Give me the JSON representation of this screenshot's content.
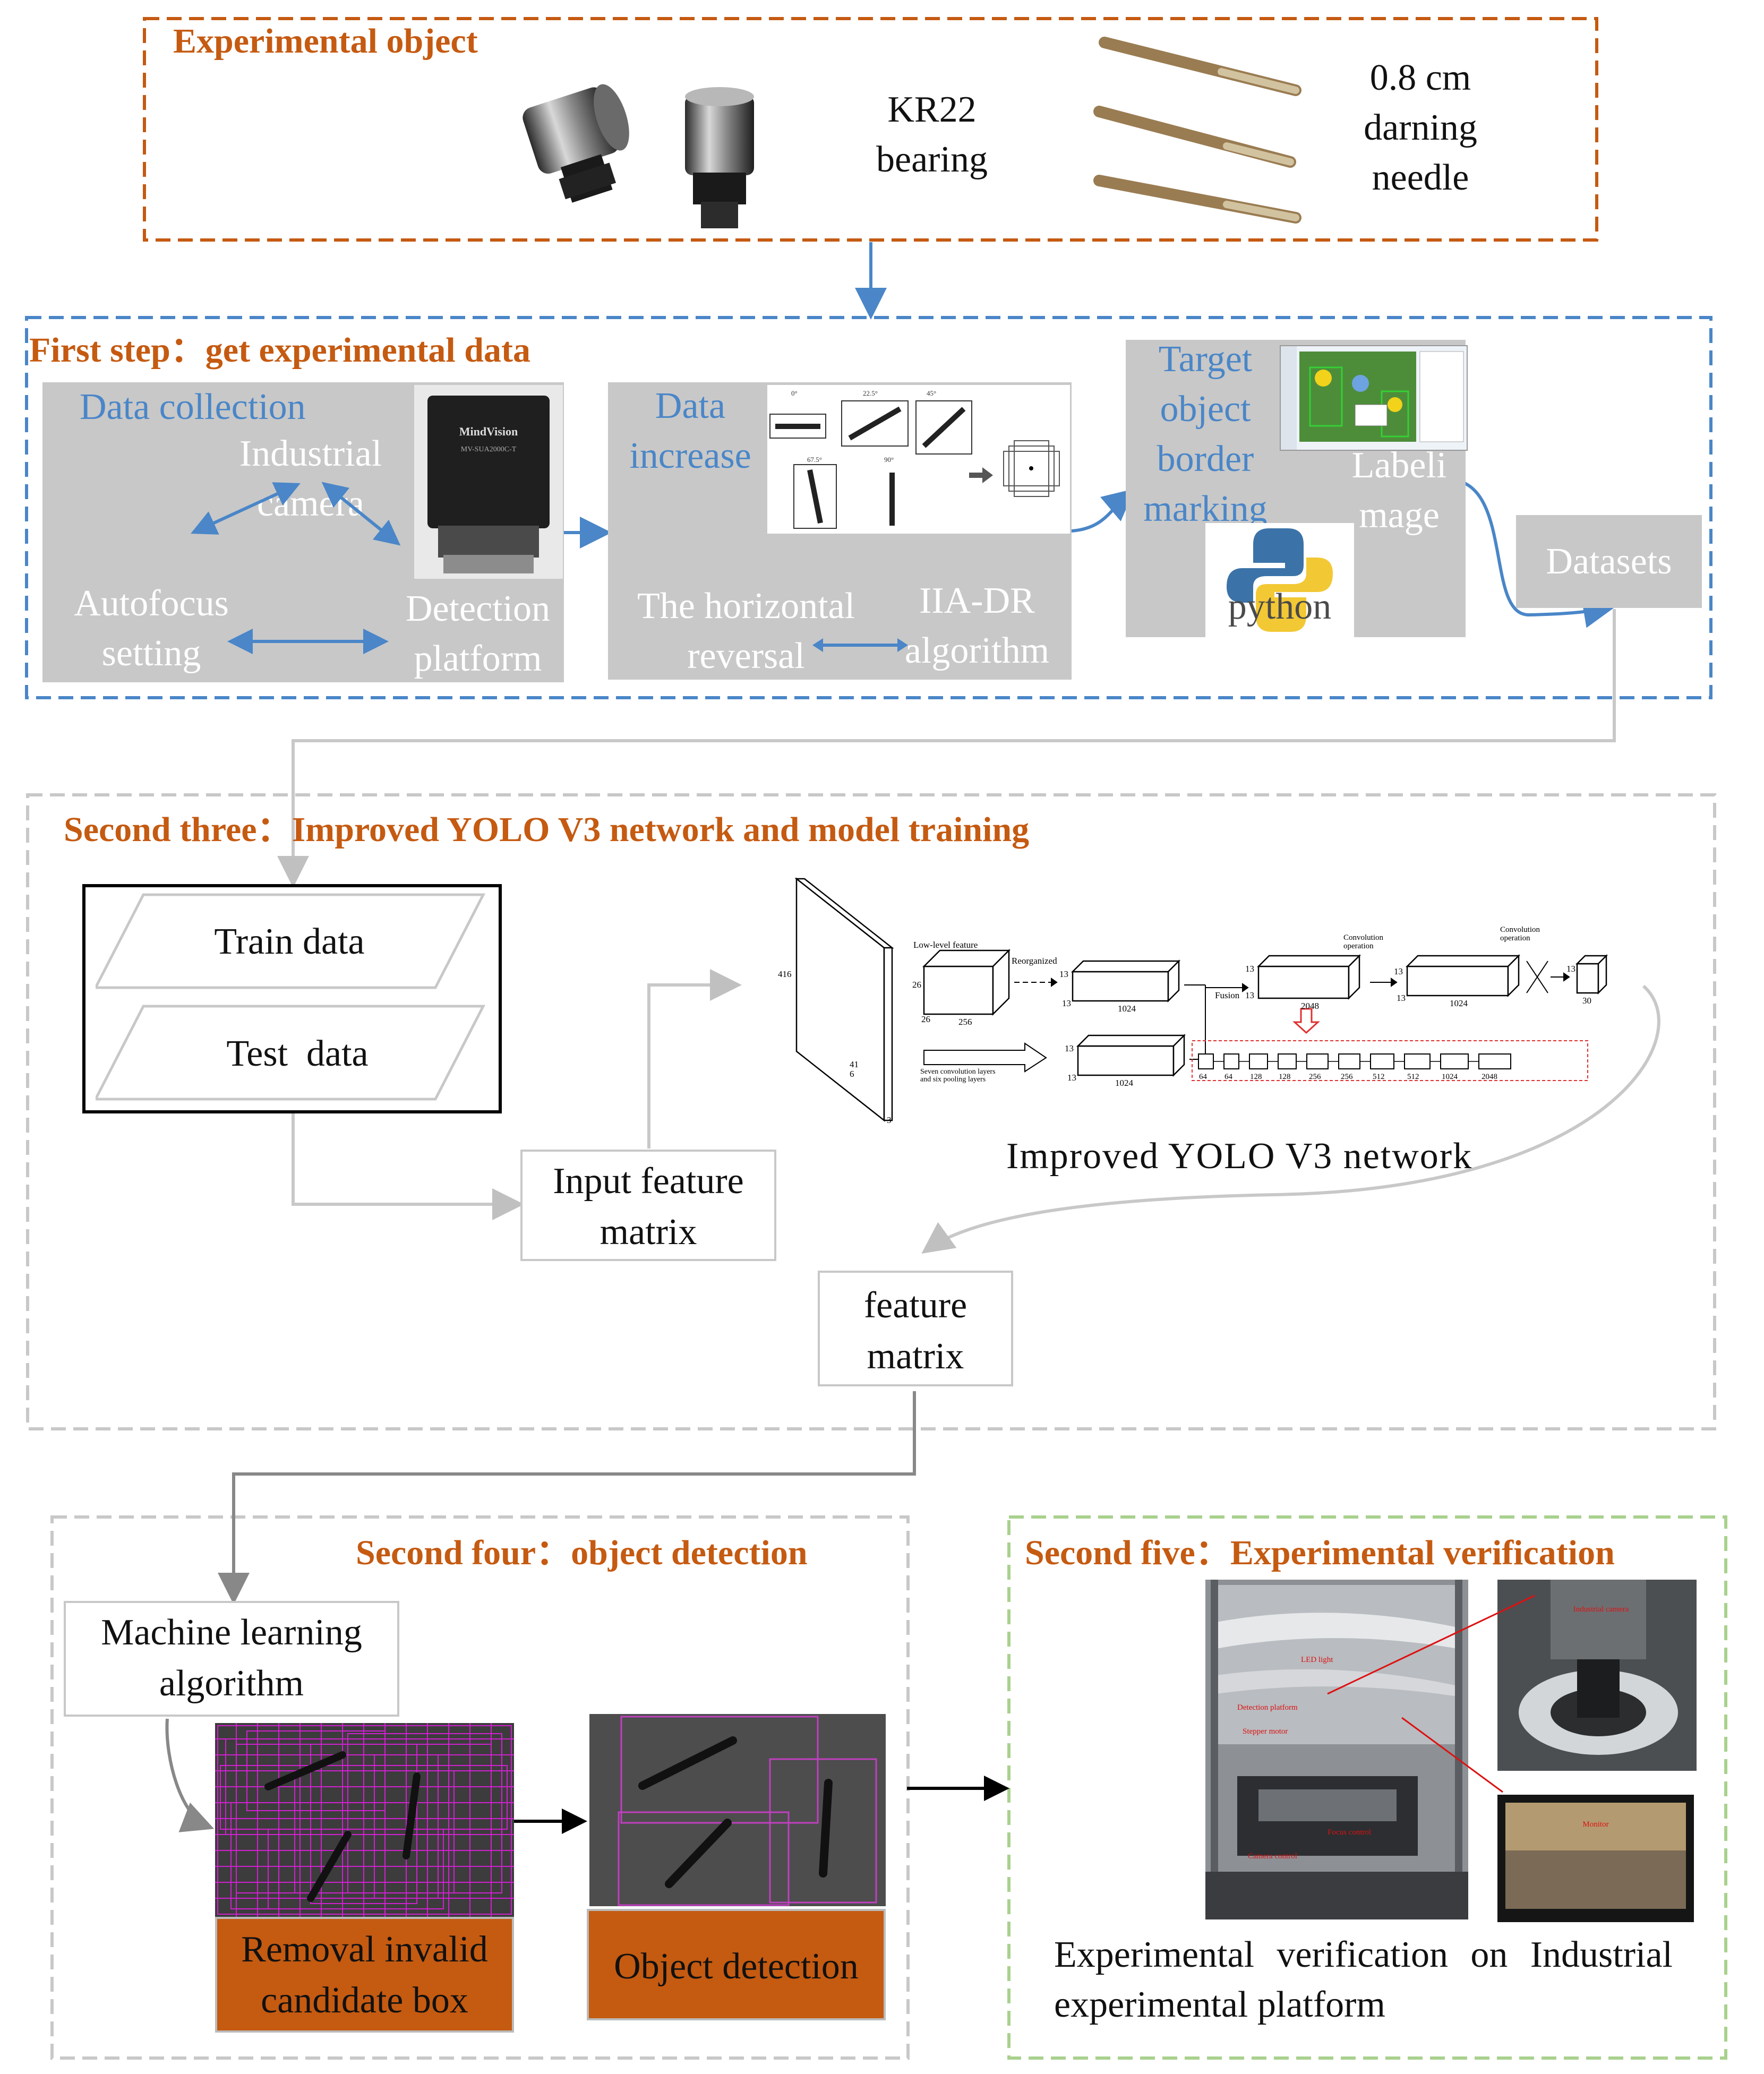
{
  "experimental_object": {
    "title": "Experimental object",
    "bearing_label": "KR22\nbearing",
    "needle_label": "0.8 cm\ndarning\nneedle"
  },
  "first_step": {
    "title": "First step：get experimental data",
    "data_collection": {
      "heading": "Data collection",
      "industrial_camera": "Industrial\ncamera",
      "autofocus": "Autofocus\nsetting",
      "detection_platform": "Detection\nplatform",
      "camera_brand": "MindVision",
      "camera_model": "MV-SUA2000C-T"
    },
    "data_increase": {
      "heading": "Data\nincrease",
      "horizontal_reversal": "The horizontal\nreversal",
      "iia_dr": "IIA-DR\nalgorithm",
      "angles": [
        "0°",
        "22.5°",
        "45°",
        "67.5°",
        "90°"
      ]
    },
    "target_marking": {
      "heading": "Target\nobject\nborder\nmarking",
      "labelimage": "Labeli\nmage",
      "python_logo": "python"
    },
    "datasets": "Datasets"
  },
  "second_three": {
    "title": "Second three：Improved YOLO V3 network and model training",
    "train_data": "Train data",
    "test_data": "Test  data",
    "input_feature_matrix": "Input feature\nmatrix",
    "feature_matrix": "feature\nmatrix",
    "network_caption": "Improved YOLO V3 network",
    "network": {
      "input_h": "416",
      "input_w": "41\n6",
      "input_c": "3",
      "low_level_feature": "Low-level feature",
      "dim_26a": "26",
      "dim_26b": "26",
      "dim_256": "256",
      "reorganized": "Reorganized",
      "dim_13a": "13",
      "dim_13b": "13",
      "dim_1024a": "1024",
      "seven_conv": "Seven convolution layers\nand six pooling layers",
      "dim_13c": "13",
      "dim_13d": "13",
      "dim_1024b": "1024",
      "fusion": "Fusion",
      "dim_13e": "13",
      "dim_13f": "13",
      "dim_2048": "2048",
      "conv_op1": "Convolution\noperation",
      "dim_13g": "13",
      "dim_13h": "13",
      "dim_1024c": "1024",
      "conv_op2": "Convolution\noperation",
      "dim_13i": "13",
      "dim_30": "30",
      "chain": [
        "64",
        "64",
        "128",
        "128",
        "256",
        "256",
        "512",
        "512",
        "1024",
        "2048"
      ]
    }
  },
  "second_four": {
    "title": "Second four：object detection",
    "ml_algorithm": "Machine learning\nalgorithm",
    "removal": "Removal invalid\ncandidate box",
    "object_detection": "Object detection"
  },
  "second_five": {
    "title": "Second five：Experimental verification",
    "caption": "Experimental verification on Industrial experimental platform",
    "photo_labels": [
      "LED light",
      "Detection platform",
      "Stepper motor",
      "Focus control",
      "Industrial camera",
      "Camera control",
      "Monitor"
    ]
  },
  "colors": {
    "orange": "#c55a11",
    "blue": "#4a86c8",
    "grey": "#c8c8c8",
    "green": "#a9d18e"
  }
}
